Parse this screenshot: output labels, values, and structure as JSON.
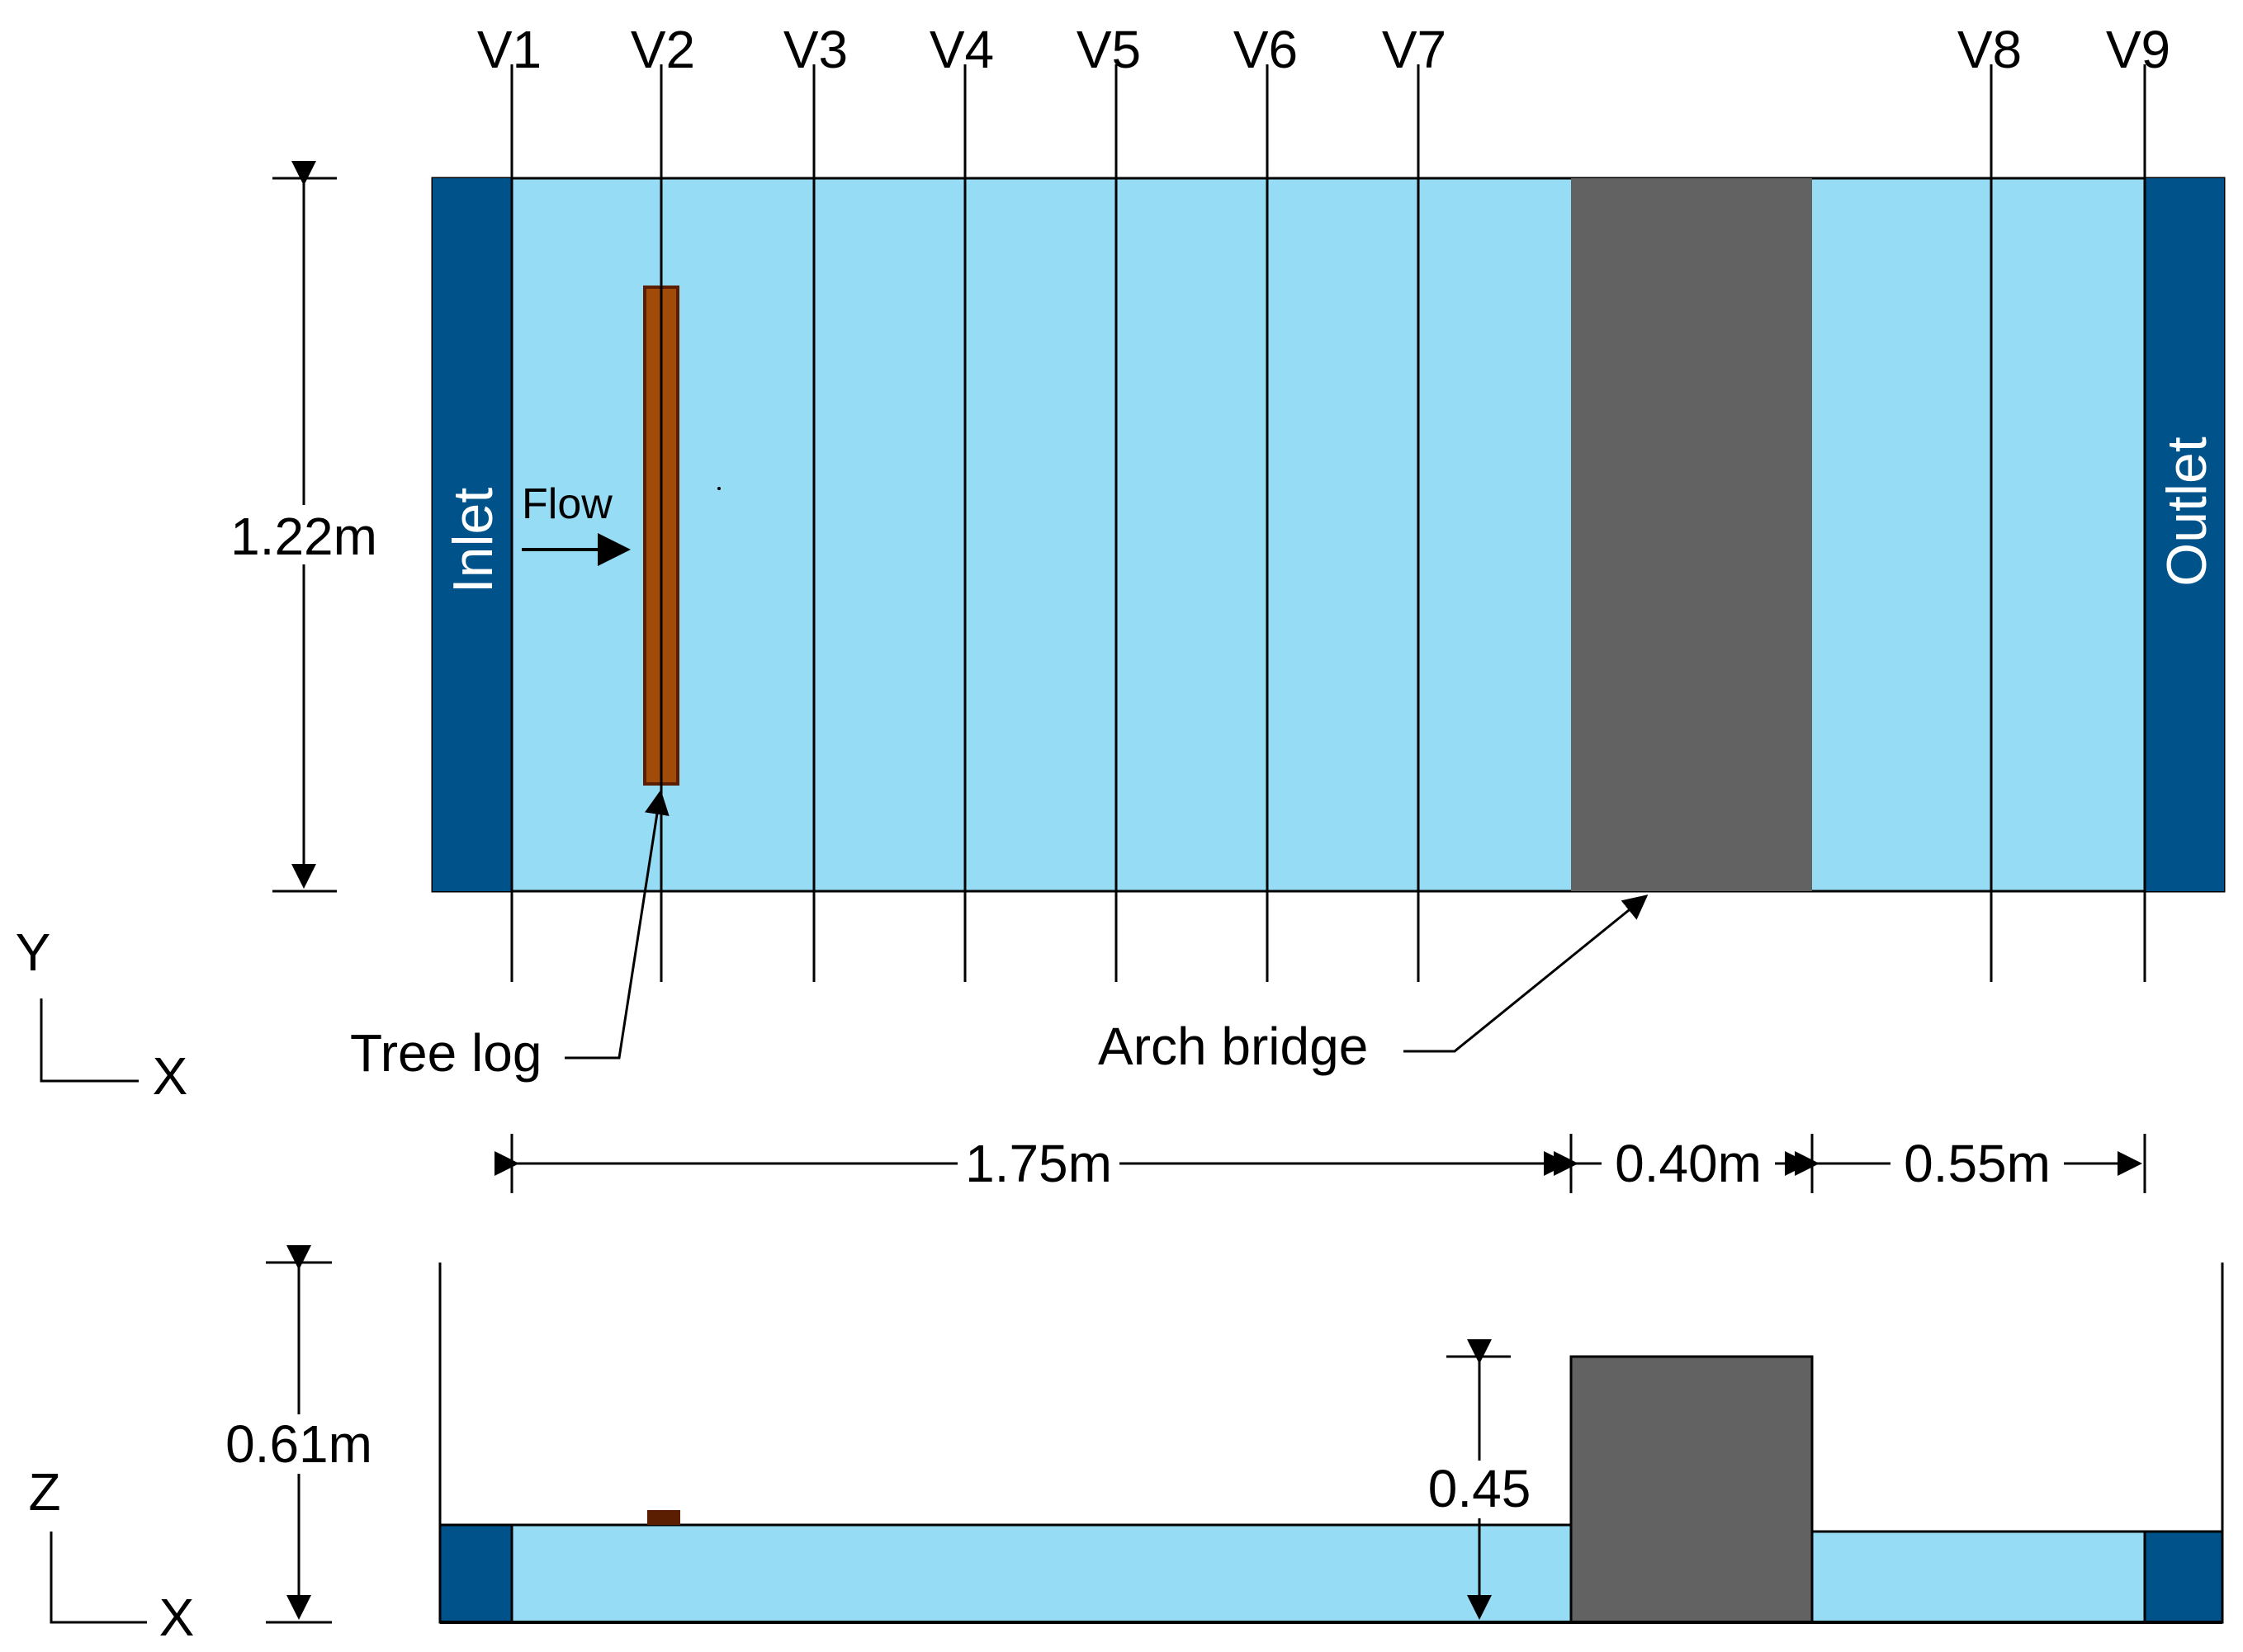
{
  "colors": {
    "water": "#97DCF5",
    "boundary": "#00538A",
    "bridge": "#626262",
    "log": "#A24A07",
    "log_side": "#5C1E00",
    "line": "#000000"
  },
  "section_labels": [
    "V1",
    "V2",
    "V3",
    "V4",
    "V5",
    "V6",
    "V7",
    "V8",
    "V9"
  ],
  "plan_view": {
    "inlet_label": "Inlet",
    "outlet_label": "Outlet",
    "flow_label": "Flow",
    "width_dim": "1.22m",
    "axis_vertical": "Y",
    "axis_horizontal": "X"
  },
  "callouts": {
    "tree_log": "Tree log",
    "arch_bridge": "Arch bridge"
  },
  "length_dims": [
    "1.75m",
    "0.40m",
    "0.55m"
  ],
  "side_view": {
    "depth_dim": "0.61m",
    "bridge_height_dim": "0.45",
    "axis_vertical": "Z",
    "axis_horizontal": "X"
  },
  "icons": [
    "flow-arrow-icon",
    "callout-arrow-icon",
    "axis-triad-icon",
    "dimension-tick-icon"
  ]
}
